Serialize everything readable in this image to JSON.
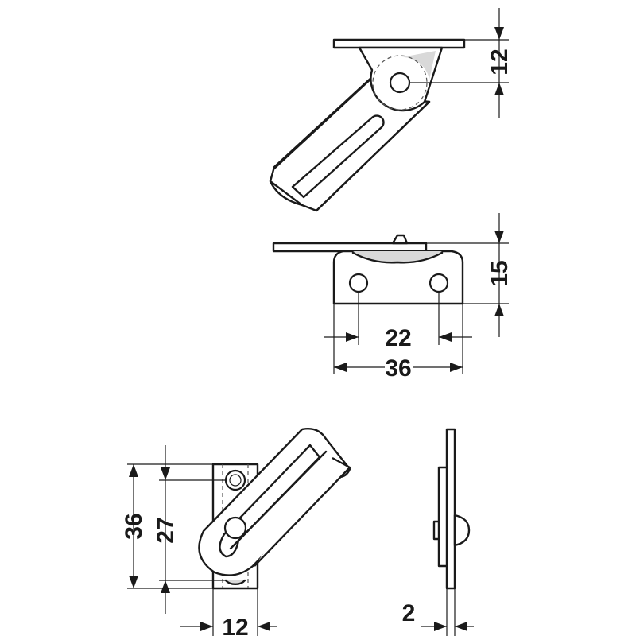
{
  "dimensions": {
    "top_view_height": "12",
    "front_view_height": "15",
    "hole_spacing": "22",
    "base_width": "36",
    "side_view_total_height": "36",
    "side_view_hole_spacing": "27",
    "side_view_width": "12",
    "thickness": "2"
  }
}
